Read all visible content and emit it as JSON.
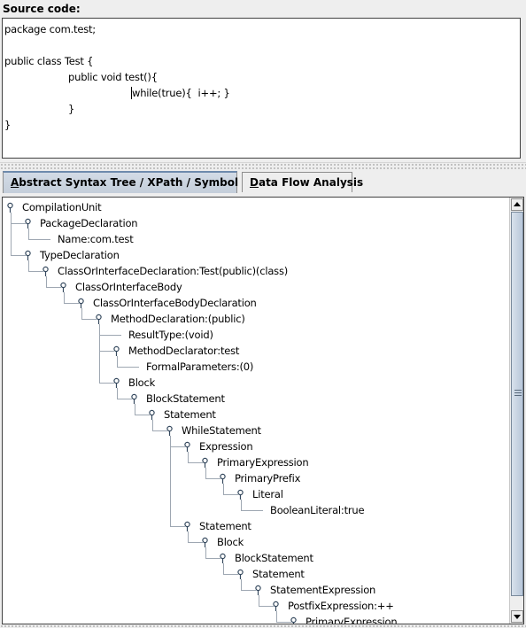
{
  "source_label": "Source code:",
  "code_lines": [
    "package com.test;",
    "",
    "public class Test {",
    "public void test(){",
    "while(true){  i++; }",
    "}",
    "}"
  ],
  "tabs": [
    {
      "label": "Abstract Syntax Tree / XPath / Symbol Table",
      "mnemonic": "A",
      "active": true
    },
    {
      "label": "Data Flow Analysis",
      "mnemonic": "D",
      "active": false
    }
  ],
  "tree": [
    {
      "label": "CompilationUnit",
      "depth": 0,
      "leaf": false
    },
    {
      "label": "PackageDeclaration",
      "depth": 1,
      "leaf": false
    },
    {
      "label": "Name:com.test",
      "depth": 2,
      "leaf": true
    },
    {
      "label": "TypeDeclaration",
      "depth": 1,
      "leaf": false
    },
    {
      "label": "ClassOrInterfaceDeclaration:Test(public)(class)",
      "depth": 2,
      "leaf": false
    },
    {
      "label": "ClassOrInterfaceBody",
      "depth": 3,
      "leaf": false
    },
    {
      "label": "ClassOrInterfaceBodyDeclaration",
      "depth": 4,
      "leaf": false
    },
    {
      "label": "MethodDeclaration:(public)",
      "depth": 5,
      "leaf": false
    },
    {
      "label": "ResultType:(void)",
      "depth": 6,
      "leaf": true
    },
    {
      "label": "MethodDeclarator:test",
      "depth": 6,
      "leaf": false
    },
    {
      "label": "FormalParameters:(0)",
      "depth": 7,
      "leaf": true
    },
    {
      "label": "Block",
      "depth": 6,
      "leaf": false
    },
    {
      "label": "BlockStatement",
      "depth": 7,
      "leaf": false
    },
    {
      "label": "Statement",
      "depth": 8,
      "leaf": false
    },
    {
      "label": "WhileStatement",
      "depth": 9,
      "leaf": false
    },
    {
      "label": "Expression",
      "depth": 10,
      "leaf": false
    },
    {
      "label": "PrimaryExpression",
      "depth": 11,
      "leaf": false
    },
    {
      "label": "PrimaryPrefix",
      "depth": 12,
      "leaf": false
    },
    {
      "label": "Literal",
      "depth": 13,
      "leaf": false
    },
    {
      "label": "BooleanLiteral:true",
      "depth": 14,
      "leaf": true
    },
    {
      "label": "Statement",
      "depth": 10,
      "leaf": false
    },
    {
      "label": "Block",
      "depth": 11,
      "leaf": false
    },
    {
      "label": "BlockStatement",
      "depth": 12,
      "leaf": false
    },
    {
      "label": "Statement",
      "depth": 13,
      "leaf": false
    },
    {
      "label": "StatementExpression",
      "depth": 14,
      "leaf": false
    },
    {
      "label": "PostfixExpression:++",
      "depth": 15,
      "leaf": false
    },
    {
      "label": "PrimaryExpression",
      "depth": 16,
      "leaf": false
    }
  ]
}
